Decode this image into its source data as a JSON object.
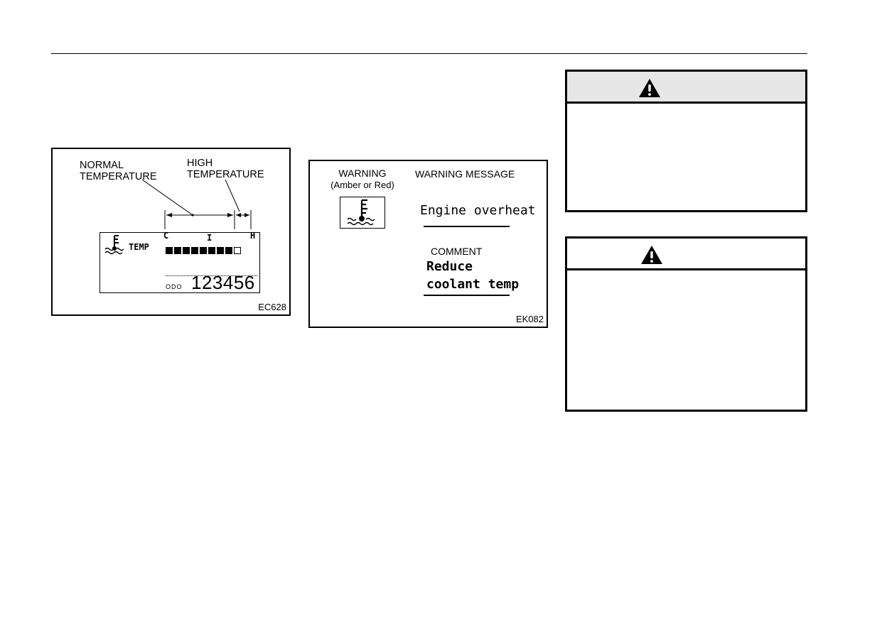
{
  "figure_1": {
    "label_normal_line1": "NORMAL",
    "label_normal_line2": "TEMPERATURE",
    "label_high_line1": "HIGH",
    "label_high_line2": "TEMPERATURE",
    "display": {
      "temp_label": "TEMP",
      "scale_c": "C",
      "scale_mid": "I",
      "scale_h": "H",
      "segments_total": 9,
      "segments_filled": 8,
      "odo_label": "ODO",
      "odo_value": "123456"
    },
    "code": "EC628"
  },
  "figure_2": {
    "warning_label": "WARNING",
    "warning_sub": "(Amber or Red)",
    "message_header": "WARNING MESSAGE",
    "message": "Engine overheat",
    "comment_header": "COMMENT",
    "comment_line1": "Reduce",
    "comment_line2": "coolant temp",
    "code": "EK082"
  },
  "callouts": [
    {
      "icon": "alert-triangle-icon",
      "header_bg": "#e6e6e6"
    },
    {
      "icon": "alert-triangle-icon",
      "header_bg": "#ffffff"
    }
  ]
}
